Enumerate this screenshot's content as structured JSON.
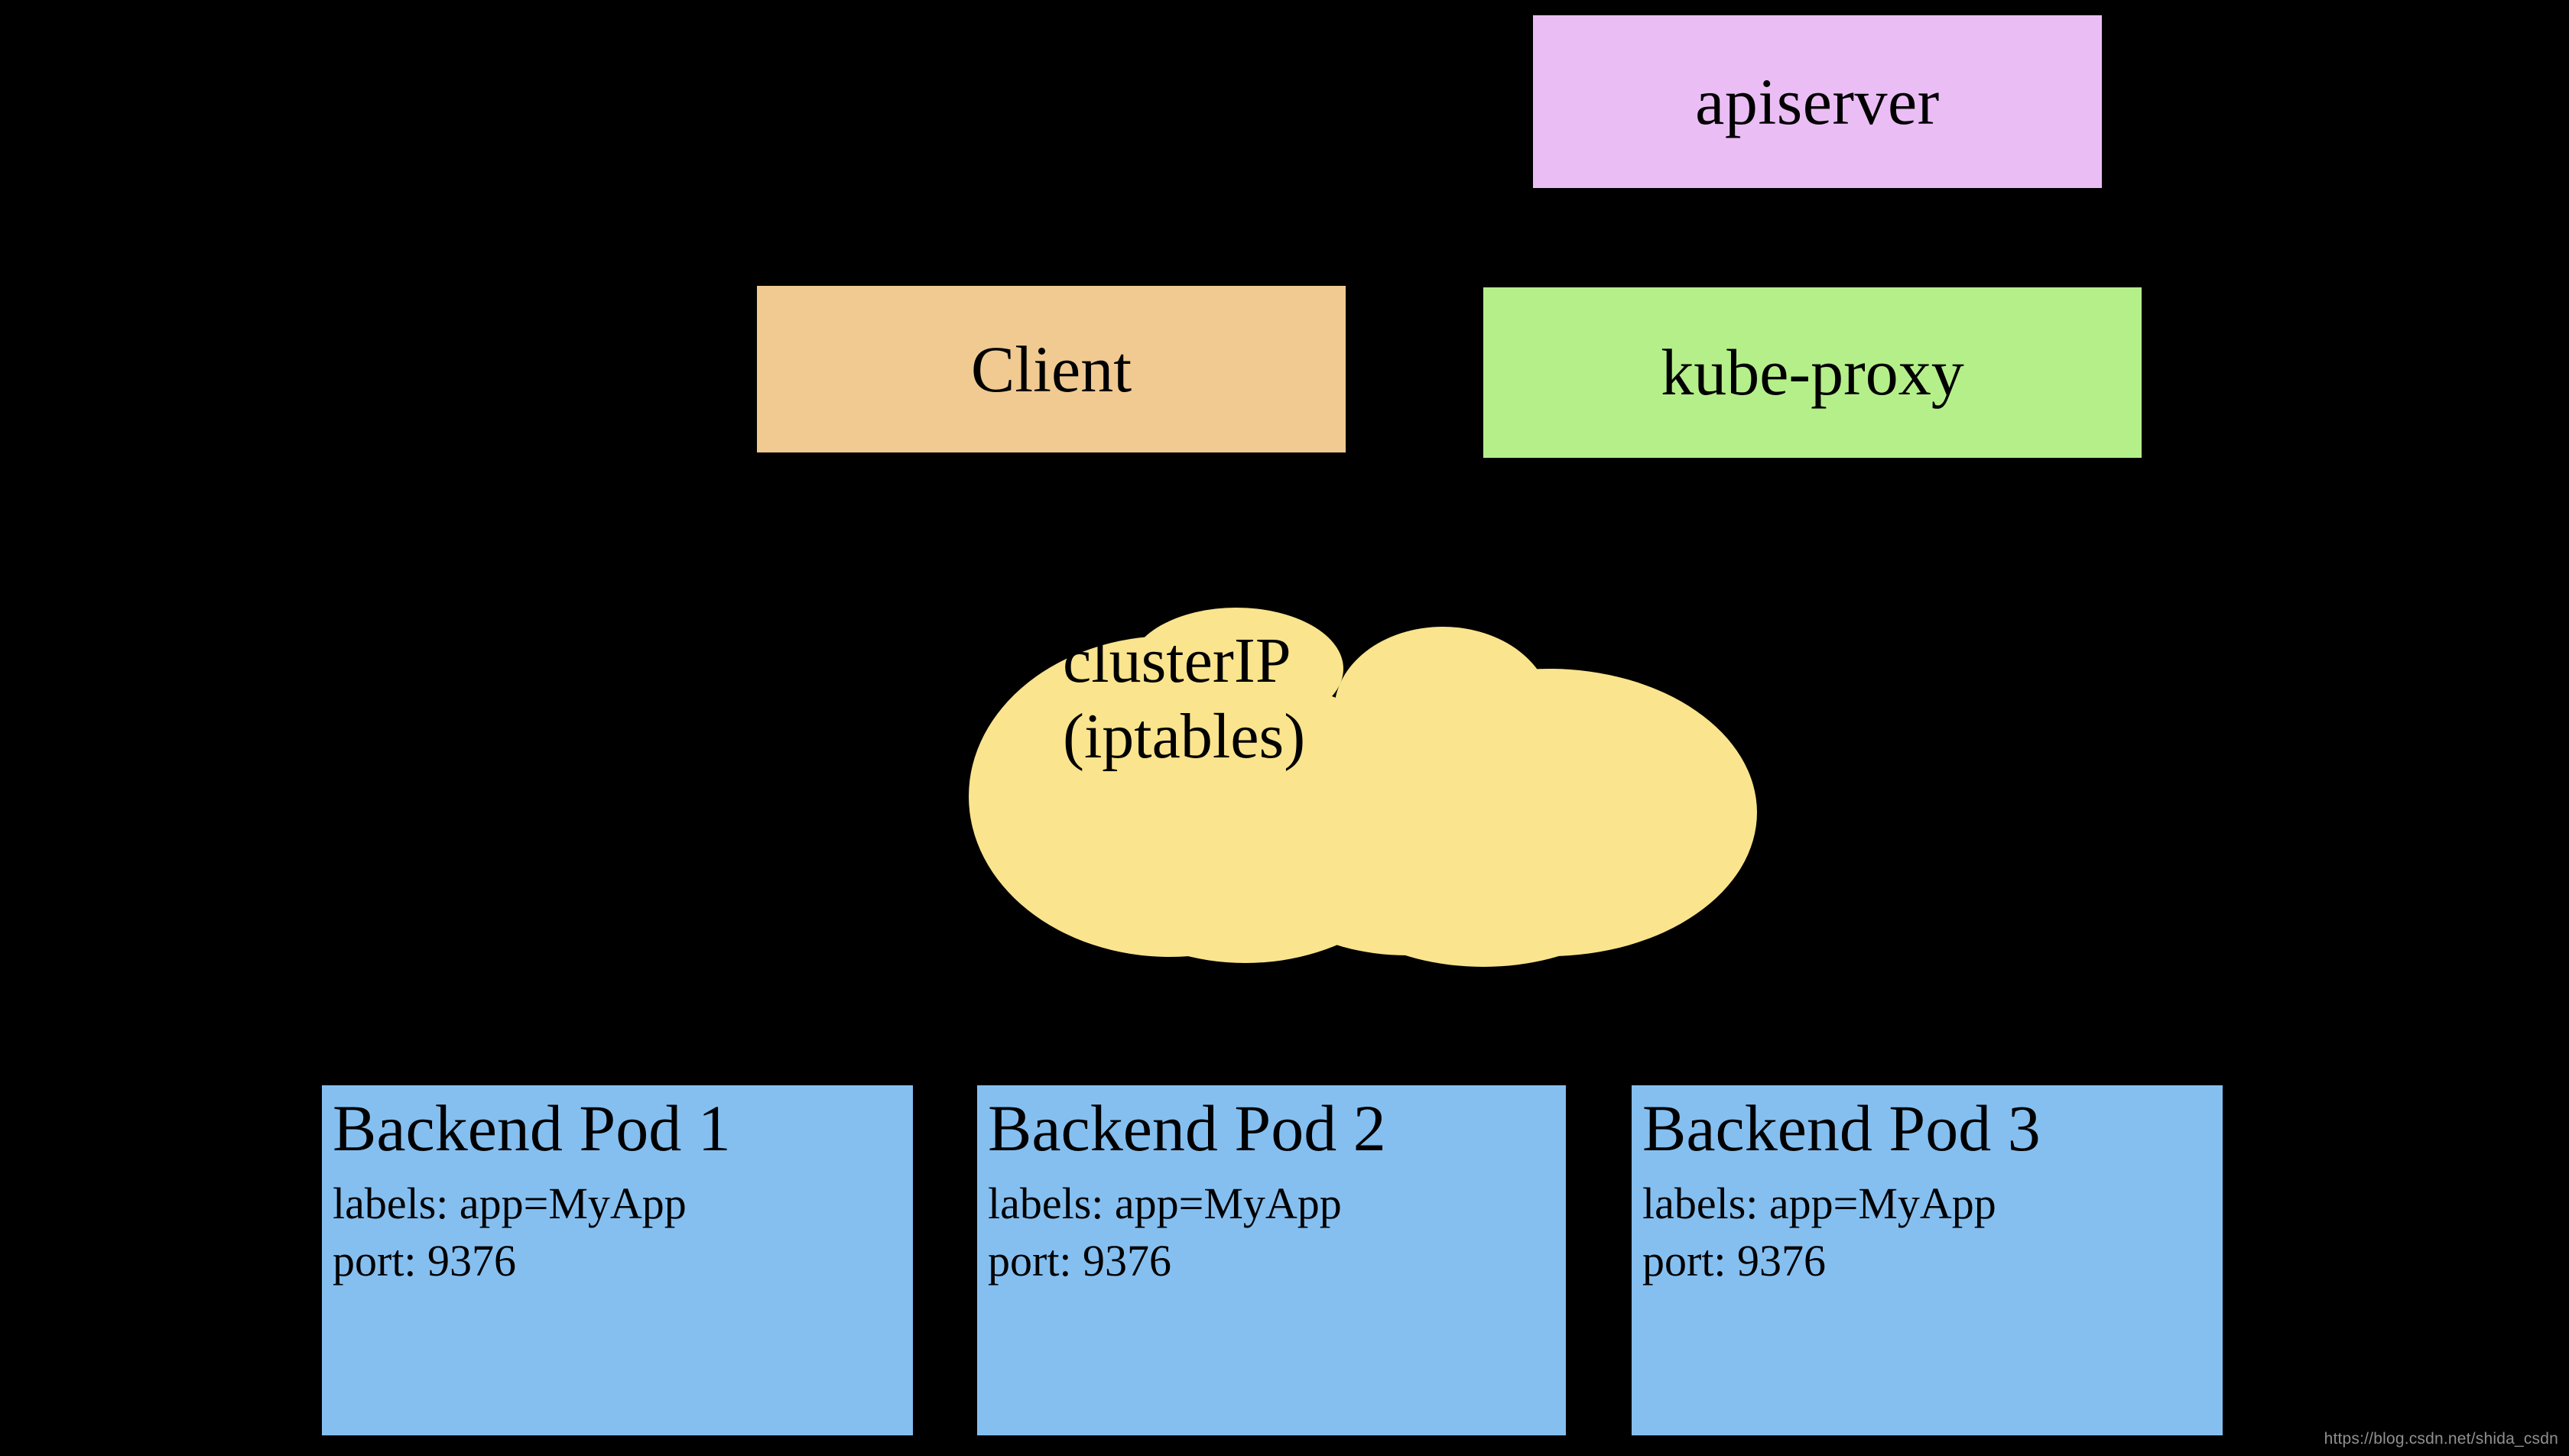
{
  "diagram": {
    "title": "Kubernetes ClusterIP Service traffic flow",
    "background_color": "#000000",
    "nodes": {
      "apiserver": {
        "label": "apiserver",
        "color": "#EBBDF5",
        "shape": "rectangle"
      },
      "client": {
        "label": "Client",
        "color": "#F0CA91",
        "shape": "rectangle"
      },
      "kube_proxy": {
        "label": "kube-proxy",
        "color": "#B5EF8A",
        "shape": "rectangle"
      },
      "cluster_ip": {
        "line1": "clusterIP",
        "line2": "(iptables)",
        "color": "#FAE48D",
        "shape": "cloud"
      }
    },
    "pods": [
      {
        "title": "Backend Pod 1",
        "labels_line": "labels: app=MyApp",
        "port_line": "port: 9376",
        "color": "#85BFF0",
        "shape": "rectangle"
      },
      {
        "title": "Backend Pod 2",
        "labels_line": "labels: app=MyApp",
        "port_line": "port: 9376",
        "color": "#85BFF0",
        "shape": "rectangle"
      },
      {
        "title": "Backend Pod 3",
        "labels_line": "labels: app=MyApp",
        "port_line": "port: 9376",
        "color": "#85BFF0",
        "shape": "rectangle"
      }
    ],
    "watermark": "https://blog.csdn.net/shida_csdn"
  }
}
